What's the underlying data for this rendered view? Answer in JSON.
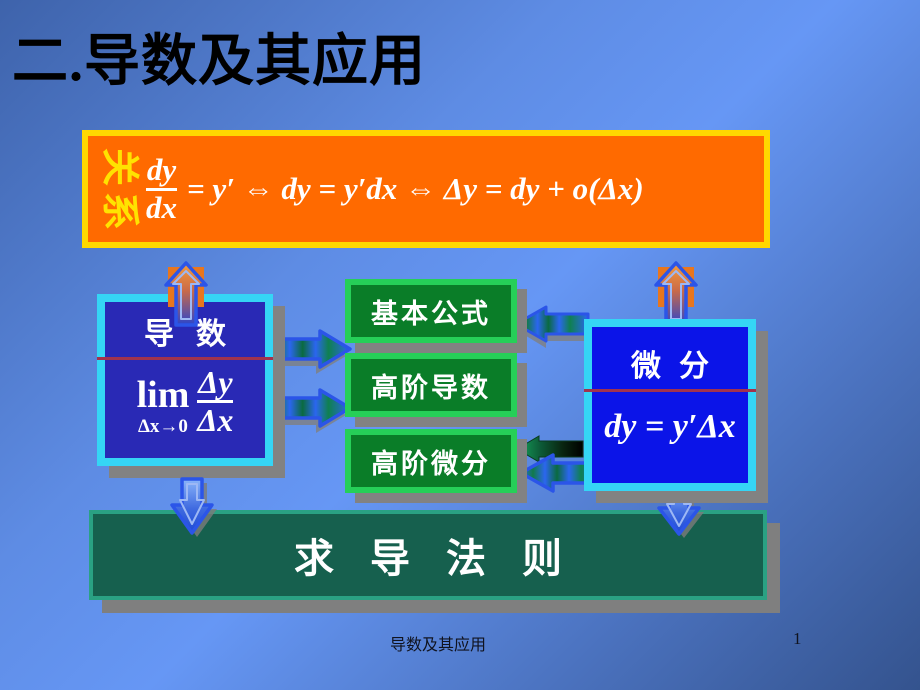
{
  "slide": {
    "title": "二.导数及其应用",
    "footer": {
      "text": "导数及其应用",
      "page_number": "1"
    }
  },
  "relation_box": {
    "side_label_chars": [
      "关",
      "系"
    ],
    "formula": {
      "frac_num": "dy",
      "frac_den": "dx",
      "rest": "= y′ ⇔ dy = y′dx ⇔ Δy = dy + o(Δx)"
    }
  },
  "derivative_box": {
    "title": "导数",
    "lim": "lim",
    "lim_sub": "Δx→0",
    "frac_num": "Δy",
    "frac_den": "Δx"
  },
  "middle_boxes": [
    {
      "label": "基本公式"
    },
    {
      "label": "高阶导数"
    },
    {
      "label": "高阶微分"
    }
  ],
  "differential_box": {
    "title": "微分",
    "formula": "dy = y′Δx"
  },
  "rules_bar": {
    "label": "求导法则"
  },
  "icons": {
    "up_arrows": "up-arrow-icon",
    "right_arrows": "right-arrow-icon",
    "left_arrows": "left-arrow-icon",
    "down_arrows": "down-arrow-icon"
  },
  "colors": {
    "background_light": "#6697f5",
    "background_dark": "#34538e",
    "relation_fill": "#ff6a00",
    "relation_border": "#ffd800",
    "side_label_yellow": "#ffe300",
    "cyan_border": "#35d5f5",
    "derivative_fill": "#2929b5",
    "differential_fill": "#0b14e8",
    "green_border": "#26cf58",
    "green_fill": "#0a7d28",
    "rules_fill": "#16604e",
    "rules_border": "#2aa183",
    "red_divider": "#a1334d",
    "arrow_blue": "#2b55e8",
    "shadow_gray": "#828282",
    "text_white": "#ffffff",
    "title_black": "#000000"
  }
}
